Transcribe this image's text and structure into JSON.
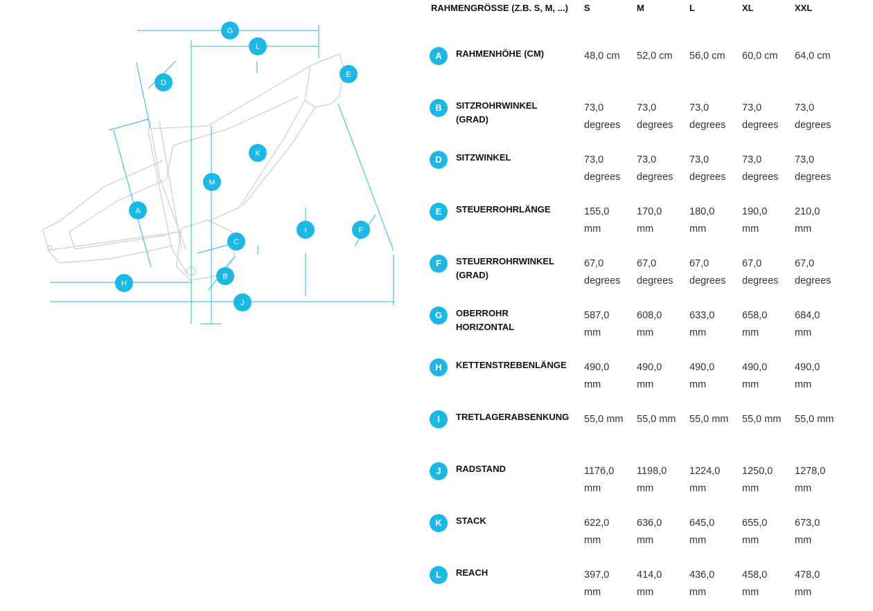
{
  "colors": {
    "accent": "#1bb8e5",
    "frame_line": "#c8c8c8"
  },
  "diagram": {
    "markers": [
      "G",
      "L",
      "D",
      "E",
      "K",
      "M",
      "A",
      "I",
      "F",
      "C",
      "H",
      "B",
      "J"
    ]
  },
  "table": {
    "header_label": "RAHMENGRÖSSE (Z.B. S, M, ...)",
    "sizes": [
      "S",
      "M",
      "L",
      "XL",
      "XXL"
    ],
    "rows": [
      {
        "badge": "A",
        "label": "RAHMENHÖHE (CM)",
        "values": [
          "48,0 cm",
          "52,0 cm",
          "56,0 cm",
          "60,0 cm",
          "64,0 cm"
        ]
      },
      {
        "badge": "B",
        "label": "SITZROHRWINKEL (GRAD)",
        "values": [
          "73,0 degrees",
          "73,0 degrees",
          "73,0 degrees",
          "73,0 degrees",
          "73,0 degrees"
        ]
      },
      {
        "badge": "D",
        "label": "SITZWINKEL",
        "values": [
          "73,0 degrees",
          "73,0 degrees",
          "73,0 degrees",
          "73,0 degrees",
          "73,0 degrees"
        ]
      },
      {
        "badge": "E",
        "label": "STEUERROHRLÄNGE",
        "values": [
          "155,0 mm",
          "170,0 mm",
          "180,0 mm",
          "190,0 mm",
          "210,0 mm"
        ]
      },
      {
        "badge": "F",
        "label": "STEUERROHRWINKEL (GRAD)",
        "values": [
          "67,0 degrees",
          "67,0 degrees",
          "67,0 degrees",
          "67,0 degrees",
          "67,0 degrees"
        ]
      },
      {
        "badge": "G",
        "label": "OBERROHR HORIZONTAL",
        "values": [
          "587,0 mm",
          "608,0 mm",
          "633,0 mm",
          "658,0 mm",
          "684,0 mm"
        ]
      },
      {
        "badge": "H",
        "label": "KETTENSTREBENLÄNGE",
        "values": [
          "490,0 mm",
          "490,0 mm",
          "490,0 mm",
          "490,0 mm",
          "490,0 mm"
        ]
      },
      {
        "badge": "I",
        "label": "TRETLAGERABSENKUNG",
        "values": [
          "55,0 mm",
          "55,0 mm",
          "55,0 mm",
          "55,0 mm",
          "55,0 mm"
        ]
      },
      {
        "badge": "J",
        "label": "RADSTAND",
        "values": [
          "1176,0 mm",
          "1198,0 mm",
          "1224,0 mm",
          "1250,0 mm",
          "1278,0 mm"
        ]
      },
      {
        "badge": "K",
        "label": "STACK",
        "values": [
          "622,0 mm",
          "636,0 mm",
          "645,0 mm",
          "655,0 mm",
          "673,0 mm"
        ]
      },
      {
        "badge": "L",
        "label": "REACH",
        "values": [
          "397,0 mm",
          "414,0 mm",
          "436,0 mm",
          "458,0 mm",
          "478,0 mm"
        ]
      }
    ]
  }
}
